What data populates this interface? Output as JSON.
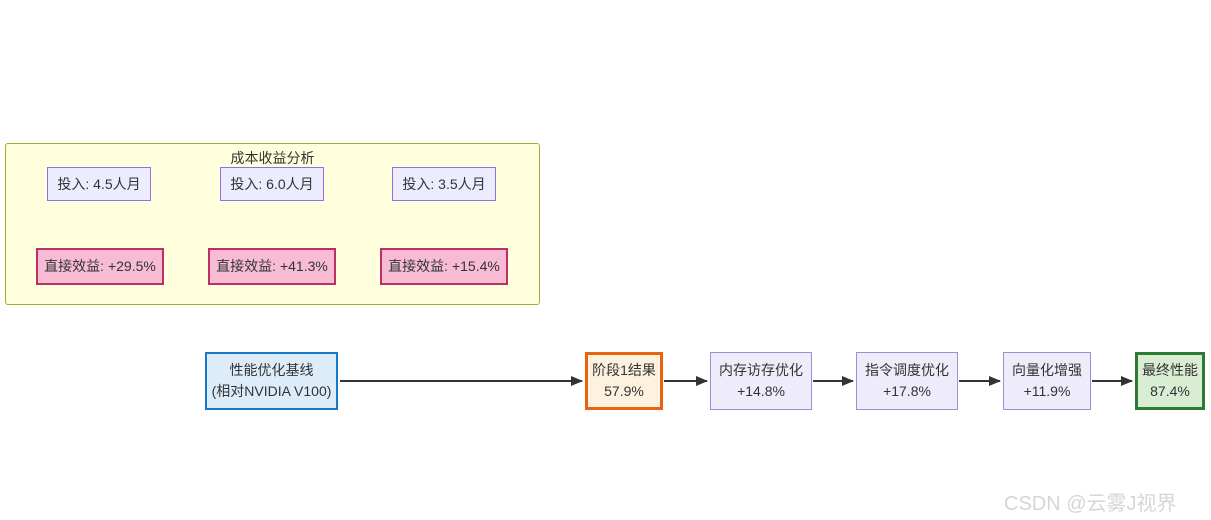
{
  "cluster": {
    "title": "成本收益分析",
    "pairs": [
      {
        "input": "投入: 4.5人月",
        "benefit": "直接效益: +29.5%"
      },
      {
        "input": "投入: 6.0人月",
        "benefit": "直接效益: +41.3%"
      },
      {
        "input": "投入: 3.5人月",
        "benefit": "直接效益: +15.4%"
      }
    ]
  },
  "flow": {
    "baseline": {
      "line1": "性能优化基线",
      "line2": "(相对NVIDIA V100)"
    },
    "stages": [
      {
        "label": "阶段1结果",
        "value": "57.9%"
      },
      {
        "label": "内存访存优化",
        "value": "+14.8%"
      },
      {
        "label": "指令调度优化",
        "value": "+17.8%"
      },
      {
        "label": "向量化增强",
        "value": "+11.9%"
      },
      {
        "label": "最终性能",
        "value": "87.4%"
      }
    ]
  },
  "watermark": "CSDN @云雾J视界",
  "colors": {
    "cluster_fill": "#ffffde",
    "cluster_border": "#aaaa33",
    "input_fill": "#ececff",
    "input_border": "#9370db",
    "benefit_fill": "#f7bcd4",
    "benefit_border": "#bb2e66",
    "baseline_fill": "#dcedf9",
    "baseline_border": "#1878c8",
    "stage1_fill": "#fdf2e0",
    "stage1_border": "#e8650d",
    "stage_fill": "#eeecfa",
    "stage_border": "#9c8ed8",
    "final_fill": "#d9edd3",
    "final_border": "#2c7a33",
    "arrow": "#333333"
  }
}
